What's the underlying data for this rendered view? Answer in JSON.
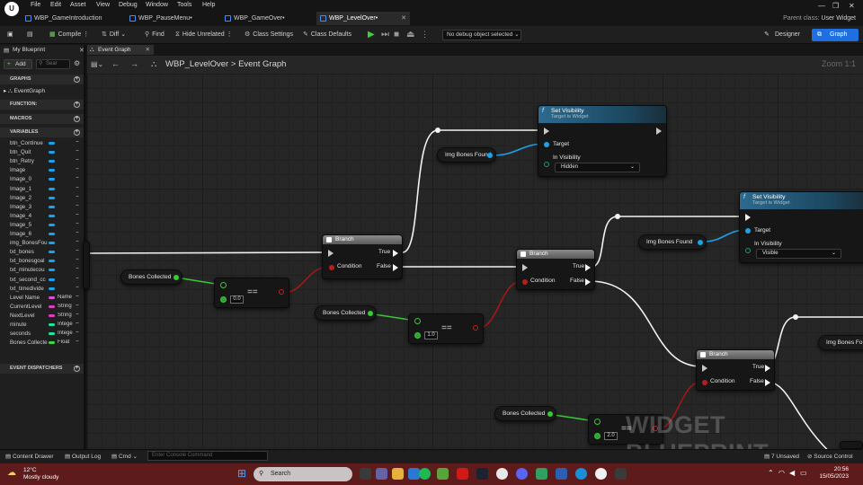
{
  "menu": [
    "File",
    "Edit",
    "Asset",
    "View",
    "Debug",
    "Window",
    "Tools",
    "Help"
  ],
  "tabs": [
    "WBP_GameIntroduction",
    "WBP_PauseMenu•",
    "WBP_GameOver•",
    "WBP_LevelOver•"
  ],
  "parent_class": {
    "label": "Parent class:",
    "value": "User Widget"
  },
  "toolbar": {
    "compile": "Compile",
    "diff": "Diff",
    "find": "Find",
    "hide_unrelated": "Hide Unrelated",
    "class_settings": "Class Settings",
    "class_defaults": "Class Defaults",
    "debug_object": "No debug object selected",
    "designer": "Designer",
    "graph": "Graph"
  },
  "left_panel": {
    "tab": "My Blueprint",
    "add": "Add",
    "search_placeholder": "Sear",
    "sections": {
      "graphs": "GRAPHS",
      "event_graph": "EventGraph",
      "functions": "FUNCTION:",
      "macros": "MACROS",
      "variables": "VARIABLES",
      "dispatchers": "EVENT DISPATCHERS"
    },
    "variables": [
      {
        "name": "btn_Continue",
        "type": "",
        "color": "#1aa3ea"
      },
      {
        "name": "btn_Quit",
        "type": "",
        "color": "#1aa3ea"
      },
      {
        "name": "btn_Retry",
        "type": "",
        "color": "#1aa3ea"
      },
      {
        "name": "Image",
        "type": "",
        "color": "#1aa3ea"
      },
      {
        "name": "Image_0",
        "type": "",
        "color": "#1aa3ea"
      },
      {
        "name": "Image_1",
        "type": "",
        "color": "#1aa3ea"
      },
      {
        "name": "Image_2",
        "type": "",
        "color": "#1aa3ea"
      },
      {
        "name": "Image_3",
        "type": "",
        "color": "#1aa3ea"
      },
      {
        "name": "Image_4",
        "type": "",
        "color": "#1aa3ea"
      },
      {
        "name": "Image_5",
        "type": "",
        "color": "#1aa3ea"
      },
      {
        "name": "Image_6",
        "type": "",
        "color": "#1aa3ea"
      },
      {
        "name": "img_BonesFou",
        "type": "",
        "color": "#1aa3ea"
      },
      {
        "name": "txt_bones",
        "type": "",
        "color": "#1aa3ea"
      },
      {
        "name": "txt_bonesgoal",
        "type": "",
        "color": "#1aa3ea"
      },
      {
        "name": "txt_minutecou",
        "type": "",
        "color": "#1aa3ea"
      },
      {
        "name": "txt_second_cc",
        "type": "",
        "color": "#1aa3ea"
      },
      {
        "name": "txt_timedivide",
        "type": "",
        "color": "#1aa3ea"
      },
      {
        "name": "Level Name",
        "type": "Name",
        "color": "#d94fd8"
      },
      {
        "name": "CurrentLevel",
        "type": "String",
        "color": "#e040c0"
      },
      {
        "name": "NextLevel",
        "type": "String",
        "color": "#e040c0"
      },
      {
        "name": "minute",
        "type": "Intege",
        "color": "#1ee6a0"
      },
      {
        "name": "seconds",
        "type": "Intege",
        "color": "#1ee6a0"
      },
      {
        "name": "Bones Collecte",
        "type": "Float",
        "color": "#3fd63f"
      }
    ]
  },
  "graph": {
    "tab": "Event Graph",
    "breadcrumb_root": "WBP_LevelOver",
    "breadcrumb_sep": ">",
    "breadcrumb_leaf": "Event Graph",
    "zoom": "Zoom 1:1",
    "watermark": "WIDGET BLUEPRINT",
    "nodes": {
      "branch_label": "Branch",
      "true_label": "True",
      "false_label": "False",
      "condition_label": "Condition",
      "set_visibility": "Set Visibility",
      "target_is_widget": "Target is Widget",
      "target_label": "Target",
      "in_visibility_label": "In Visibility",
      "vis_1": "Hidden",
      "vis_2": "Visible",
      "img_bones": "Img Bones Found",
      "img_bones_partial": "Img Bones Fo",
      "bones_collected": "Bones Collected",
      "eq_symbol": "==",
      "eq_values": [
        "0.0",
        "1.0",
        "2.0"
      ]
    }
  },
  "bottom_bar": {
    "content_drawer": "Content Drawer",
    "output_log": "Output Log",
    "cmd": "Cmd",
    "console_placeholder": "Enter Console Command",
    "unsaved": "7 Unsaved",
    "source_control": "Source Control"
  },
  "taskbar": {
    "temp": "12°C",
    "weather": "Mostly cloudy",
    "search": "Search",
    "time": "20:56",
    "date": "15/05/2023"
  },
  "colors": {
    "exec": "#f2f2f2",
    "object_pin": "#1aa3ea",
    "bool_pin": "#c02020",
    "float_pin": "#38c838",
    "accent": "#1f6fe0",
    "taskbar": "#5d1b1b"
  }
}
